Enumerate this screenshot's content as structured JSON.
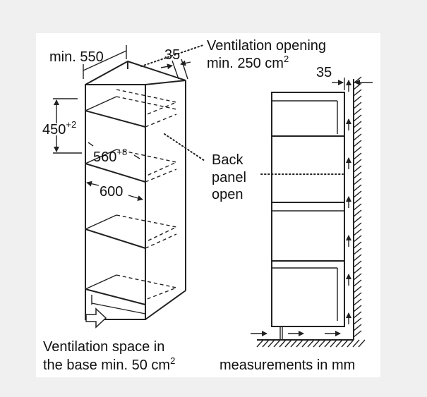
{
  "labels": {
    "min_width": "min. 550",
    "gap_35_left": "35",
    "vent_opening_line1": "Ventilation opening",
    "vent_opening_line2": "min. 250 cm",
    "vent_opening_sup": "2",
    "height_450": "450",
    "height_450_sup": "+2",
    "width_560": "560",
    "width_560_sup": "+8",
    "depth_600": "600",
    "back_panel_1": "Back",
    "back_panel_2": "panel",
    "back_panel_3": "open",
    "gap_35_right": "35",
    "vent_base_line1": "Ventilation space in",
    "vent_base_line2": "the base min. 50 cm",
    "vent_base_sup": "2",
    "units_note": "measurements in mm"
  },
  "icons": {
    "airflow_in": "arrow-right-icon",
    "airflow_up": "arrow-up-icon"
  }
}
